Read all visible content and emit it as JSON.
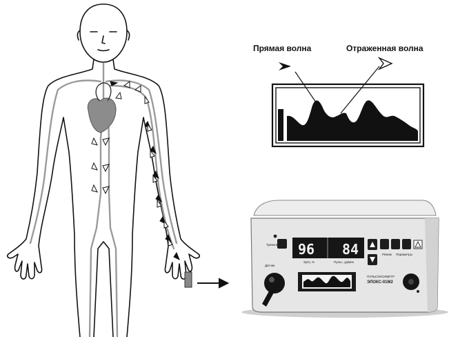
{
  "labels": {
    "direct_wave": "Прямая волна",
    "reflected_wave": "Отраженная волна"
  },
  "device": {
    "spo2_value": "96",
    "pulse_value": "84",
    "spo2_label": "SpO₂ %",
    "pulse_label": "Пульс, уд/мин",
    "alarm_label": "Тревога",
    "sensor_label": "Датчик",
    "brand_top": "ПУЛЬСОКСИМЕТР",
    "brand_model": "ЭЛОКС-01М2",
    "menu_label": "Режим",
    "params_label": "Параметры"
  },
  "colors": {
    "outline": "#111111",
    "vessel": "#9a9a9a",
    "heart": "#8c8c8c",
    "device_body": "#e6e6e6",
    "display_bg": "#161616"
  }
}
